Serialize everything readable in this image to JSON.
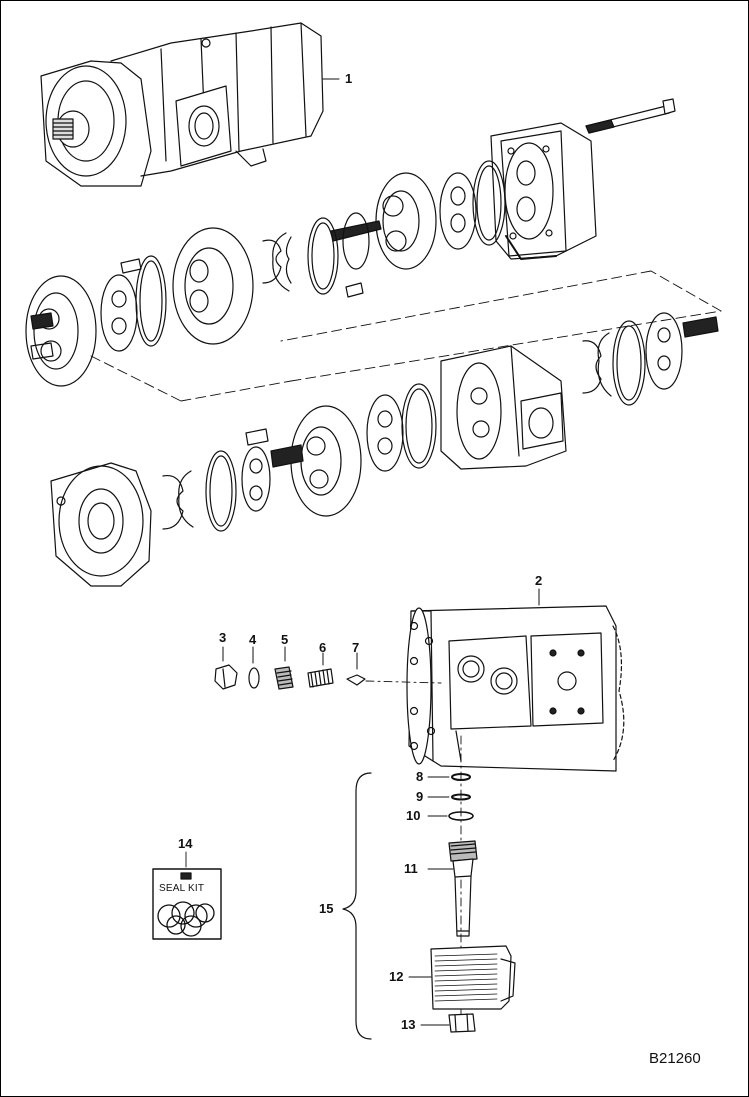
{
  "figure_id": "B21260",
  "seal_kit_label": "SEAL KIT",
  "callouts": [
    {
      "label": "1"
    },
    {
      "label": "2"
    },
    {
      "label": "3"
    },
    {
      "label": "4"
    },
    {
      "label": "5"
    },
    {
      "label": "6"
    },
    {
      "label": "7"
    },
    {
      "label": "8"
    },
    {
      "label": "9"
    },
    {
      "label": "10"
    },
    {
      "label": "11"
    },
    {
      "label": "12"
    },
    {
      "label": "13"
    },
    {
      "label": "14"
    },
    {
      "label": "15"
    }
  ]
}
